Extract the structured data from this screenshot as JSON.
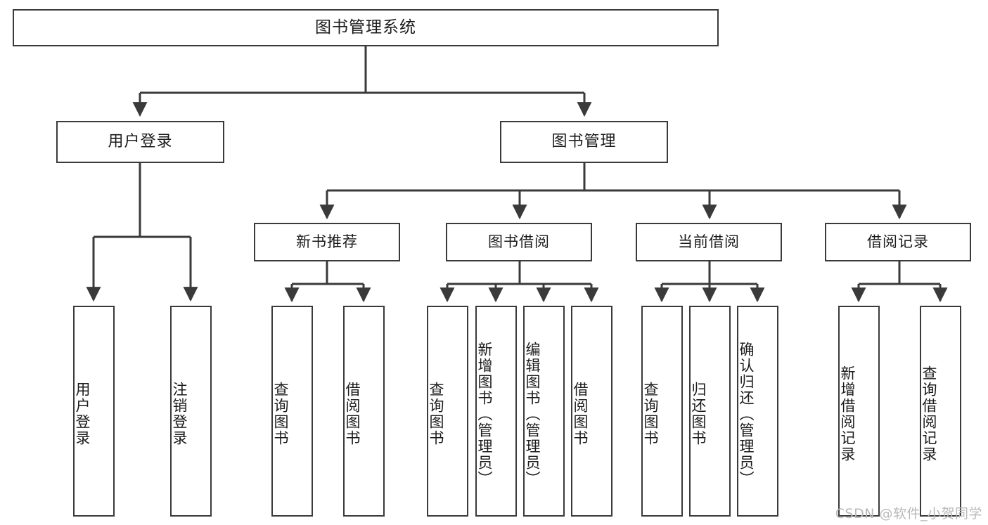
{
  "diagram": {
    "type": "tree-hierarchy-chart",
    "title": "图书管理系统",
    "colors": {
      "background": "#ffffff",
      "node_border": "#3a3a3a",
      "node_fill": "#ffffff",
      "edge": "#3a3a3a",
      "text": "#1b1b1b",
      "watermark": "#b9b9b9"
    },
    "root": {
      "label": "图书管理系统"
    },
    "level2": [
      {
        "id": "user-login",
        "label": "用户登录"
      },
      {
        "id": "book-manage",
        "label": "图书管理"
      }
    ],
    "level3": [
      {
        "id": "new-book-recommend",
        "label": "新书推荐",
        "parent": "book-manage"
      },
      {
        "id": "book-borrow",
        "label": "图书借阅",
        "parent": "book-manage"
      },
      {
        "id": "current-borrow",
        "label": "当前借阅",
        "parent": "book-manage"
      },
      {
        "id": "borrow-record",
        "label": "借阅记录",
        "parent": "book-manage"
      }
    ],
    "leaves": {
      "user-login": [
        {
          "id": "leaf-user-login",
          "label": "用户登录"
        },
        {
          "id": "leaf-logout",
          "label": "注销登录"
        }
      ],
      "new-book-recommend": [
        {
          "id": "leaf-query-book-1",
          "label": "查询图书"
        },
        {
          "id": "leaf-borrow-book-1",
          "label": "借阅图书"
        }
      ],
      "book-borrow": [
        {
          "id": "leaf-query-book-2",
          "label": "查询图书"
        },
        {
          "id": "leaf-add-book",
          "label": "新增图书（管理员）"
        },
        {
          "id": "leaf-edit-book",
          "label": "编辑图书（管理员）"
        },
        {
          "id": "leaf-borrow-book-2",
          "label": "借阅图书"
        }
      ],
      "current-borrow": [
        {
          "id": "leaf-query-book-3",
          "label": "查询图书"
        },
        {
          "id": "leaf-return-book",
          "label": "归还图书"
        },
        {
          "id": "leaf-confirm-return",
          "label": "确认归还（管理员）"
        }
      ],
      "borrow-record": [
        {
          "id": "leaf-add-record",
          "label": "新增借阅记录"
        },
        {
          "id": "leaf-query-record",
          "label": "查询借阅记录"
        }
      ]
    }
  },
  "watermark": {
    "text": "CSDN @软件_小贺同学"
  }
}
